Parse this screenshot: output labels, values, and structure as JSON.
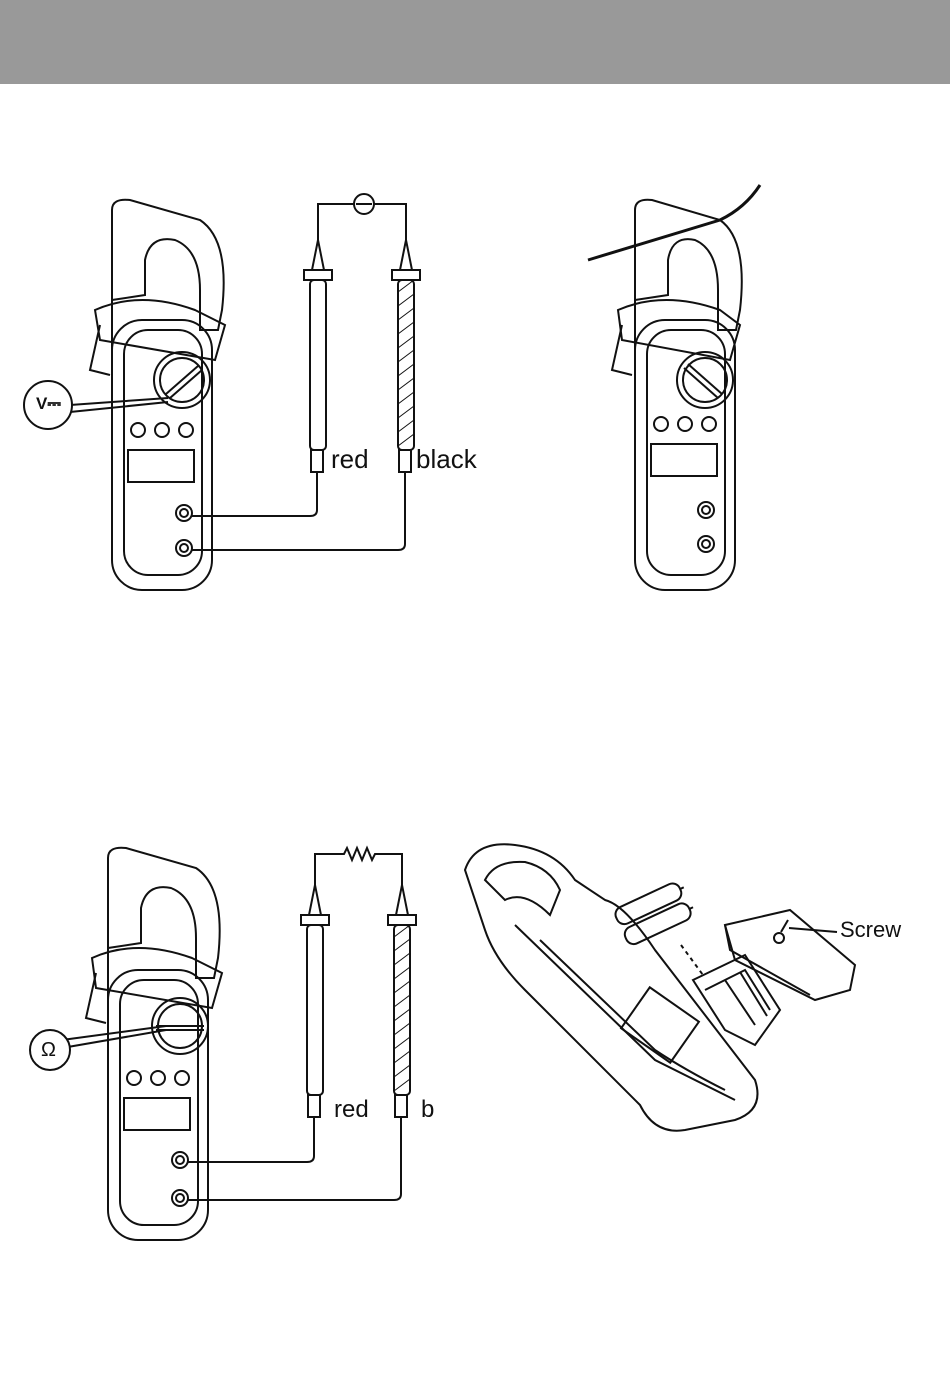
{
  "header": {
    "color": "#999999"
  },
  "figures": {
    "dcv": {
      "symbol": "V⎓",
      "probe_red": "red",
      "probe_black": "black"
    },
    "acamp": {},
    "resistance": {
      "symbol": "Ω",
      "probe_red": "red",
      "probe_black": "b"
    },
    "battery": {
      "screw_label": "Screw"
    }
  },
  "colors": {
    "line": "#111111",
    "paper": "#ffffff",
    "header": "#999999"
  }
}
